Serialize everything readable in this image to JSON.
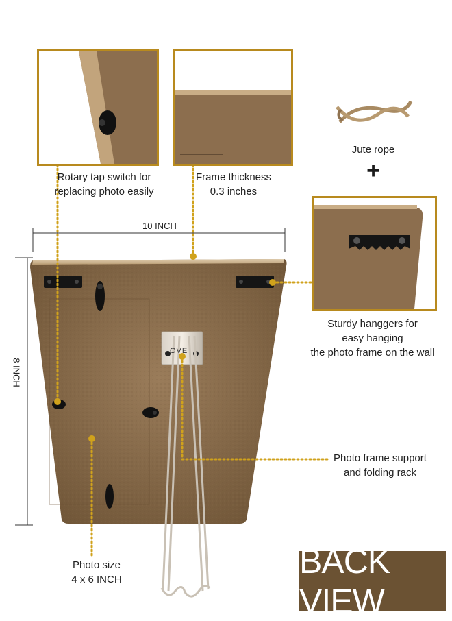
{
  "callouts": {
    "rotary": [
      "Rotary tap switch for",
      "replacing photo easily"
    ],
    "thickness": [
      "Frame thickness",
      "0.3 inches"
    ],
    "rope": "Jute rope",
    "plus": "+",
    "hangers": [
      "Sturdy hanggers for",
      "easy hanging",
      "the photo frame on the wall"
    ],
    "support": [
      "Photo frame support",
      "and folding rack"
    ],
    "photo_size": [
      "Photo size",
      "4 x 6 INCH"
    ]
  },
  "dimensions": {
    "width": "10 INCH",
    "height": "8 INCH"
  },
  "stand_text": "OVE",
  "badge": "BACK VIEW",
  "colors": {
    "board": "#8a6d4d",
    "accent_gold": "#b88a1e",
    "badge_bg": "#6b5233"
  }
}
